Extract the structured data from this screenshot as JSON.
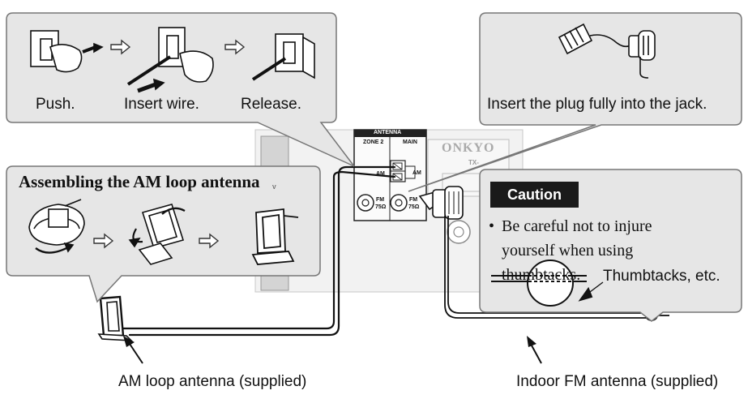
{
  "steps": {
    "push": "Push.",
    "insert_wire": "Insert wire.",
    "release": "Release."
  },
  "fm_plug_instruction": "Insert the plug fully into the jack.",
  "am_assembly": {
    "title": "Assembling the AM loop antenna"
  },
  "panel": {
    "header": "ANTENNA",
    "zone2": "ZONE 2",
    "main": "MAIN",
    "am": "AM",
    "fm": "FM",
    "ohm": "75Ω",
    "brand": "ONKYO",
    "model": "TX-",
    "v_mark": "V"
  },
  "caution": {
    "badge": "Caution",
    "bullet": "•",
    "text": "Be careful not to injure yourself when using thumbtacks.",
    "thumbtack_label": "Thumbtacks, etc."
  },
  "labels": {
    "am_antenna": "AM loop antenna (supplied)",
    "fm_antenna": "Indoor FM antenna (supplied)"
  },
  "colors": {
    "ink": "#111111",
    "bubble_fill": "#e4e4e4",
    "bubble_stroke": "#777777",
    "panel_fill": "#d9d9d9",
    "badge": "#1a1a1a"
  }
}
